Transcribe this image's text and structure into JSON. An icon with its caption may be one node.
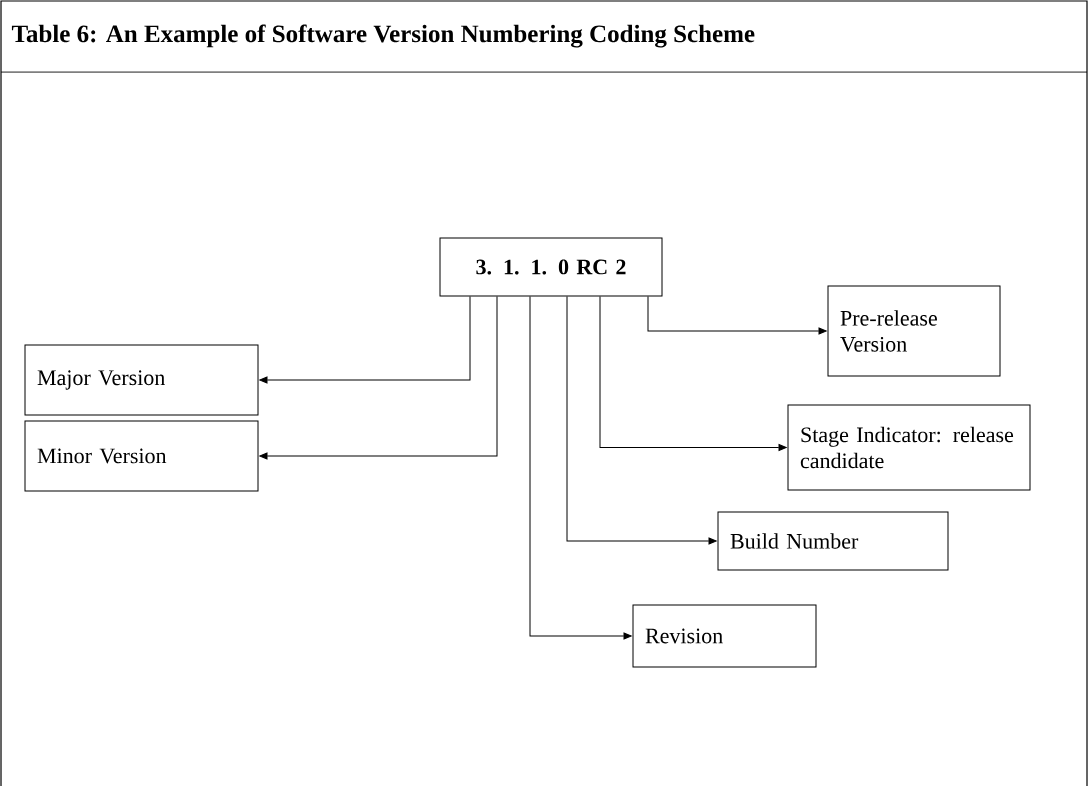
{
  "diagram": {
    "title": "Table 6: An Example of Software Version Numbering Coding Scheme",
    "nodes": [
      {
        "text": [
          "3. 1. 1. 0 RC 2"
        ]
      },
      {
        "text": [
          "Major Version"
        ]
      },
      {
        "text": [
          "Minor Version"
        ]
      },
      {
        "text": [
          "Pre-release Version"
        ]
      },
      {
        "text": [
          "Stage Indicator: release candidate"
        ]
      },
      {
        "text": [
          "Build Number"
        ]
      },
      {
        "text": [
          "Revision"
        ]
      }
    ],
    "edges": [
      {
        "from": 0,
        "to": 1,
        "arrow": "to"
      },
      {
        "from": 0,
        "to": 2,
        "arrow": "to"
      },
      {
        "from": 0,
        "to": 3,
        "arrow": "to"
      },
      {
        "from": 0,
        "to": 4,
        "arrow": "to"
      },
      {
        "from": 0,
        "to": 5,
        "arrow": "to"
      },
      {
        "from": 0,
        "to": 6,
        "arrow": "to"
      }
    ]
  }
}
